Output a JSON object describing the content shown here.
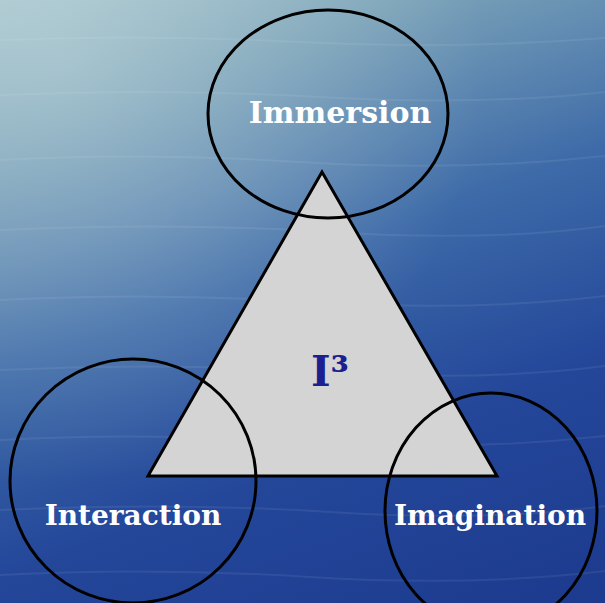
{
  "diagram": {
    "nodes": [
      {
        "text": [
          "Immersion"
        ]
      },
      {
        "text": [
          "I³"
        ]
      },
      {
        "text": [
          "Interaction"
        ]
      },
      {
        "text": [
          "Imagination"
        ]
      }
    ]
  }
}
